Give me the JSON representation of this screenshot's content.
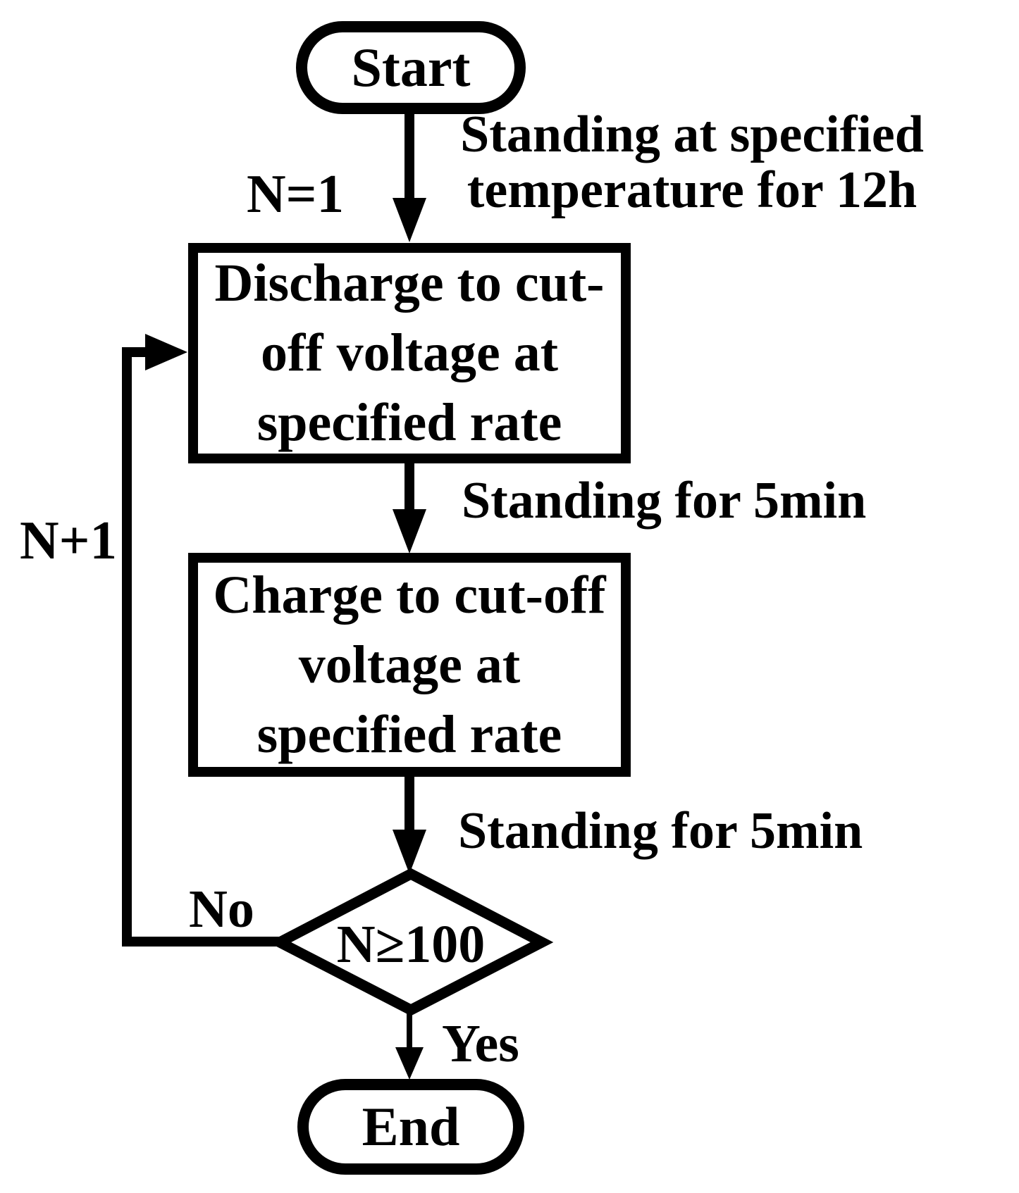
{
  "figure": {
    "background": "#ffffff",
    "ink": "#000000"
  },
  "flowchart": {
    "start": {
      "label": "Start"
    },
    "discharge": {
      "line1": "Discharge to cut-",
      "line2": "off voltage at",
      "line3": "specified rate"
    },
    "charge": {
      "line1": "Charge to cut-off",
      "line2": "voltage at",
      "line3": "specified rate"
    },
    "decision": {
      "label": "N≥100"
    },
    "end": {
      "label": "End"
    },
    "labels": {
      "init": "N=1",
      "standing_temp_line1": "Standing at specified",
      "standing_temp_line2": "temperature for 12h",
      "standing_5min_after_discharge": "Standing for 5min",
      "standing_5min_after_charge": "Standing for 5min",
      "increment": "N+1",
      "no": "No",
      "yes": "Yes"
    }
  }
}
